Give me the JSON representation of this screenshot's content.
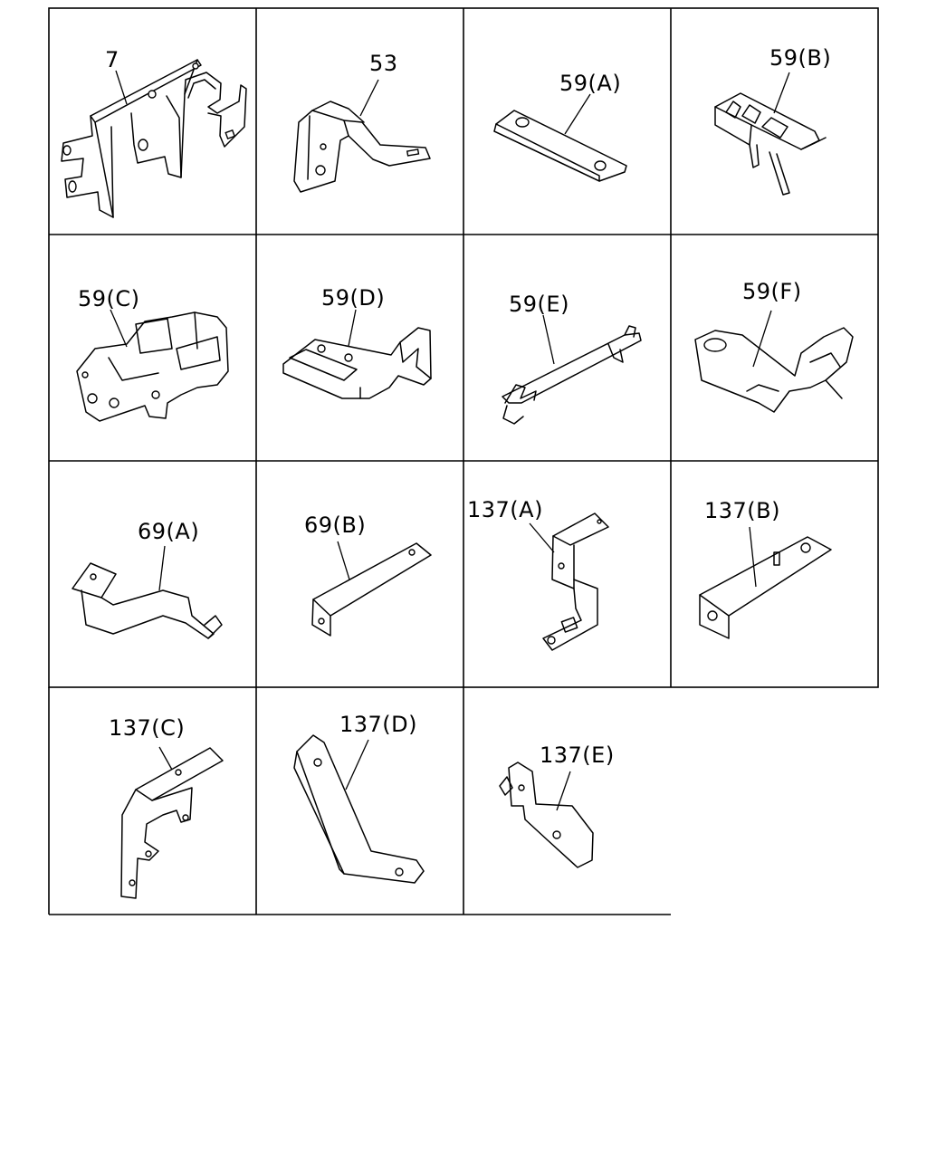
{
  "parts": [
    {
      "id": "cell-7",
      "label": "7"
    },
    {
      "id": "cell-53",
      "label": "53"
    },
    {
      "id": "cell-59a",
      "label": "59(A)"
    },
    {
      "id": "cell-59b",
      "label": "59(B)"
    },
    {
      "id": "cell-59c",
      "label": "59(C)"
    },
    {
      "id": "cell-59d",
      "label": "59(D)"
    },
    {
      "id": "cell-59e",
      "label": "59(E)"
    },
    {
      "id": "cell-59f",
      "label": "59(F)"
    },
    {
      "id": "cell-69a",
      "label": "69(A)"
    },
    {
      "id": "cell-69b",
      "label": "69(B)"
    },
    {
      "id": "cell-137a",
      "label": "137(A)"
    },
    {
      "id": "cell-137b",
      "label": "137(B)"
    },
    {
      "id": "cell-137c",
      "label": "137(C)"
    },
    {
      "id": "cell-137d",
      "label": "137(D)"
    },
    {
      "id": "cell-137e",
      "label": "137(E)"
    }
  ]
}
